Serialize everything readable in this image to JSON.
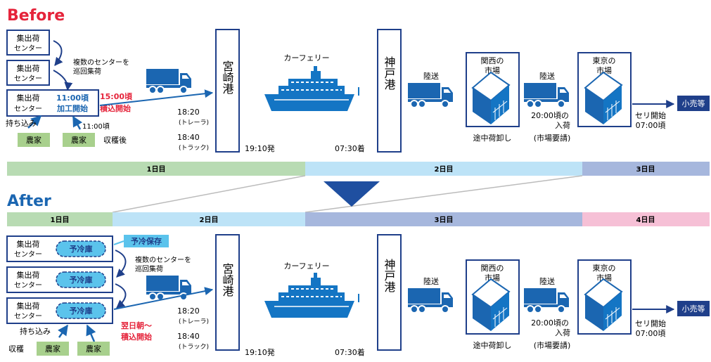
{
  "colors": {
    "navy": "#1f3f8a",
    "blue": "#1b66b1",
    "red": "#e5243b",
    "ship": "#1475c4",
    "green": "#b8dbb3",
    "lightblue": "#bde3f7",
    "lavender": "#a6b7dd",
    "pink": "#f6c0d6",
    "greenbox": "#a8d08d",
    "coolerfill": "#5bc3ec"
  },
  "icons": [
    "truck-icon",
    "ferry-icon",
    "container-icon",
    "arrow-icon"
  ],
  "before": {
    "title": "Before",
    "center_label_line1": "集出荷",
    "center_label_line2": "センター",
    "visit_note_line1": "複数のセンターを",
    "visit_note_line2": "巡回集荷",
    "process_line1": "11:00頃",
    "process_line2": "加工開始",
    "loading_line1": "15:00頃",
    "loading_line2": "積込開始",
    "bring_in": "持ち込み",
    "time_1100": "11:00頃",
    "after_harvest": "収穫後",
    "farmer": "農家",
    "time_trailer": "18:20",
    "trailer": "(トレーラ)",
    "time_truck": "18:40",
    "truck": "(トラック)",
    "port_miyazaki": "宮崎港",
    "ferry": "カーフェリー",
    "depart": "19:10発",
    "arrive": "07:30着",
    "port_kobe": "神戸港",
    "land_transport": "陸送",
    "market_kansai_line1": "関西の",
    "market_kansai_line2": "市場",
    "unload_enroute": "途中荷卸し",
    "arrival_line1": "20:00頃の",
    "arrival_line2": "入荷",
    "arrival_line3": "(市場要請)",
    "market_tokyo_line1": "東京の",
    "market_tokyo_line2": "市場",
    "auction_line1": "セリ開始",
    "auction_line2": "07:00頃",
    "retail": "小売等"
  },
  "timeline_before": [
    "1日目",
    "2日目",
    "3日目"
  ],
  "timeline_after": [
    "1日目",
    "2日目",
    "3日目",
    "4日目"
  ],
  "after": {
    "title": "After",
    "cooler": "予冷庫",
    "precool_storage": "予冷保存",
    "next_morning_line1": "翌日朝～",
    "next_morning_line2": "積込開始",
    "harvest": "収穫"
  }
}
